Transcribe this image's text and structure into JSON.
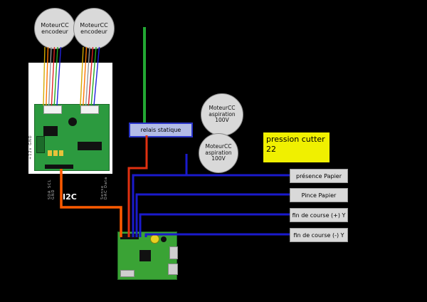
{
  "encoder_motors": [
    {
      "line1": "MoteurCC",
      "line2": "encodeur"
    },
    {
      "line1": "MoteurCC",
      "line2": "encodeur"
    }
  ],
  "aspiration_motors": [
    {
      "line1": "MoteurCC",
      "line2": "aspiration",
      "line3": "100V"
    },
    {
      "line1": "MoteurCC",
      "line2": "aspiration",
      "line3": "100V"
    }
  ],
  "relay": {
    "label": "relais statique"
  },
  "pressure": {
    "line1": "pression cutter",
    "line2": "22"
  },
  "io_boxes": [
    {
      "label": "présence Papier"
    },
    {
      "label": "Pince Papier"
    },
    {
      "label": "fin de course (+) Y"
    },
    {
      "label": "fin de course (-) Y"
    }
  ],
  "bus_label": "I2C",
  "pin_labels": {
    "panel_left": "+12v GND",
    "board_bottom_left": "SDA SCL GND",
    "board_bottom_right": "Sense DAC Data"
  },
  "colors": {
    "background": "#000000",
    "wire_green": "#22a833",
    "wire_orange": "#ff5a00",
    "wire_red": "#e03010",
    "wire_blue": "#1a1acc",
    "bundle0": "#d4aa00",
    "bundle1": "#ff7700",
    "bundle2": "#999999",
    "bundle3": "#dd2222",
    "bundle4": "#22aa22",
    "bundle5": "#2222dd",
    "relay_fill": "#b3bce6",
    "pressure_fill": "#f0f000",
    "io_fill": "#d9d9d9",
    "circle_fill": "#d9d9d9"
  }
}
